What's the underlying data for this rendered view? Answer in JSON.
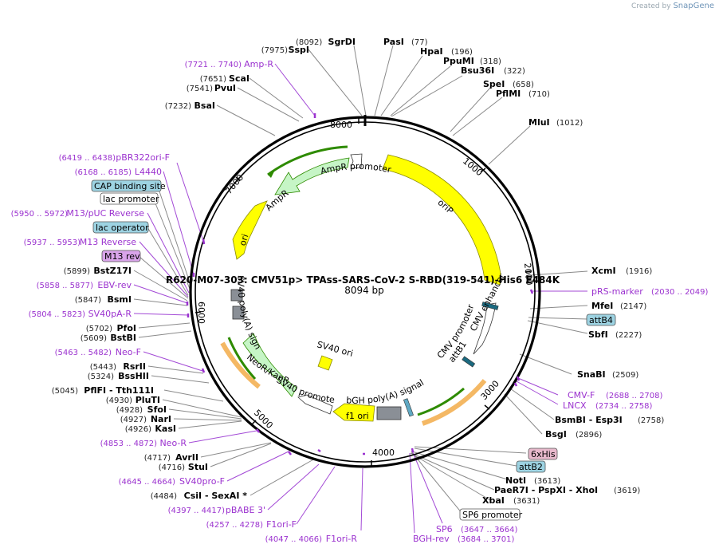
{
  "credit": {
    "prefix": "Created by",
    "brand": "SnapGene"
  },
  "map": {
    "title": "R620-M07-303: CMV51p> TPAss-SARS-CoV-2 S-RBD(319-541)-His6 E484K",
    "length": "8094 bp",
    "ticks": [
      "1000",
      "2000",
      "3000",
      "4000",
      "5000",
      "6000",
      "7000",
      "8000"
    ]
  },
  "enzymes": [
    {
      "name": "SgrDI",
      "pos": "(8092)"
    },
    {
      "name": "PasI",
      "pos": "(77)"
    },
    {
      "name": "HpaI",
      "pos": "(196)"
    },
    {
      "name": "PpuMI",
      "pos": "(318)"
    },
    {
      "name": "Bsu36I",
      "pos": "(322)"
    },
    {
      "name": "SpeI",
      "pos": "(658)"
    },
    {
      "name": "PflMI",
      "pos": "(710)"
    },
    {
      "name": "MluI",
      "pos": "(1012)"
    },
    {
      "name": "XcmI",
      "pos": "(1916)"
    },
    {
      "name": "MfeI",
      "pos": "(2147)"
    },
    {
      "name": "SbfI",
      "pos": "(2227)"
    },
    {
      "name": "SnaBI",
      "pos": "(2509)"
    },
    {
      "name": "BsmBI - Esp3I",
      "pos": "(2758)"
    },
    {
      "name": "BsgI",
      "pos": "(2896)"
    },
    {
      "name": "NotI",
      "pos": "(3613)"
    },
    {
      "name": "PaeR7I - PspXI - XhoI",
      "pos": "(3619)"
    },
    {
      "name": "XbaI",
      "pos": "(3631)"
    },
    {
      "name": "SspI",
      "pos": "(7975)"
    },
    {
      "name": "ScaI",
      "pos": "(7651)"
    },
    {
      "name": "PvuI",
      "pos": "(7541)"
    },
    {
      "name": "BsaI",
      "pos": "(7232)"
    },
    {
      "name": "BstZ17I",
      "pos": "(5899)"
    },
    {
      "name": "BsmI",
      "pos": "(5847)"
    },
    {
      "name": "PfoI",
      "pos": "(5702)"
    },
    {
      "name": "BstBI",
      "pos": "(5609)"
    },
    {
      "name": "RsrII",
      "pos": "(5443)"
    },
    {
      "name": "BssHII",
      "pos": "(5324)"
    },
    {
      "name": "PflFI - Tth111I",
      "pos": "(5045)"
    },
    {
      "name": "PluTI",
      "pos": "(4930)"
    },
    {
      "name": "SfoI",
      "pos": "(4928)"
    },
    {
      "name": "NarI",
      "pos": "(4927)"
    },
    {
      "name": "KasI",
      "pos": "(4926)"
    },
    {
      "name": "AvrII",
      "pos": "(4717)"
    },
    {
      "name": "StuI",
      "pos": "(4716)"
    },
    {
      "name": "CsiI - SexAI *",
      "pos": "(4484)"
    }
  ],
  "features": [
    {
      "name": "Amp-R",
      "pos": "(7721 .. 7740)"
    },
    {
      "name": "pBR322ori-F",
      "pos": "(6419 .. 6438)"
    },
    {
      "name": "L4440",
      "pos": "(6168 .. 6185)"
    },
    {
      "name": "M13/pUC Reverse",
      "pos": "(5950 .. 5972)"
    },
    {
      "name": "M13 Reverse",
      "pos": "(5937 .. 5953)"
    },
    {
      "name": "EBV-rev",
      "pos": "(5858 .. 5877)"
    },
    {
      "name": "SV40pA-R",
      "pos": "(5804 .. 5823)"
    },
    {
      "name": "Neo-F",
      "pos": "(5463 .. 5482)"
    },
    {
      "name": "Neo-R",
      "pos": "(4853 .. 4872)"
    },
    {
      "name": "SV40pro-F",
      "pos": "(4645 .. 4664)"
    },
    {
      "name": "pBABE 3'",
      "pos": "(4397 .. 4417)"
    },
    {
      "name": "F1ori-F",
      "pos": "(4257 .. 4278)"
    },
    {
      "name": "F1ori-R",
      "pos": "(4047 .. 4066)"
    },
    {
      "name": "SP6",
      "pos": "(3647 .. 3664)"
    },
    {
      "name": "BGH-rev",
      "pos": "(3684 .. 3701)"
    },
    {
      "name": "pRS-marker",
      "pos": "(2030 .. 2049)"
    },
    {
      "name": "CMV-F",
      "pos": "(2688 .. 2708)"
    },
    {
      "name": "LNCX",
      "pos": "(2734 .. 2758)"
    }
  ],
  "boxed_features": {
    "cap": "CAP binding site",
    "lacpro": "lac promoter",
    "lacop": "lac operator",
    "m13rev": "M13 rev",
    "attb4": "attB4",
    "his": "6xHis",
    "attb2": "attB2",
    "sp6pro": "SP6 promoter"
  },
  "arc_labels": {
    "oriP": "oriP",
    "ampr_promoter": "AmpR promoter",
    "ampr": "AmpR",
    "ori": "ori",
    "sv40_polya": "SV40 poly(A) signal",
    "sv40_ori": "SV40 ori",
    "neokan": "NeoR/KanR",
    "sv40_promoter": "SV40 promoter",
    "f1ori": "f1 ori",
    "bgh": "bGH poly(A) signal",
    "cmv_promoter": "CMV promoter",
    "cmv_enhancer": "CMV enhancer",
    "attb1": "attB1"
  },
  "colors": {
    "origin": "#ffff00",
    "marker": "#c6f5c6",
    "orf": "#2e8b00",
    "orange": "#f0a030",
    "box_blue": "#9dd3e2",
    "box_purple": "#d9a4ea",
    "box_pink": "#e8b9cc",
    "feature_label": "#9b32cf"
  }
}
